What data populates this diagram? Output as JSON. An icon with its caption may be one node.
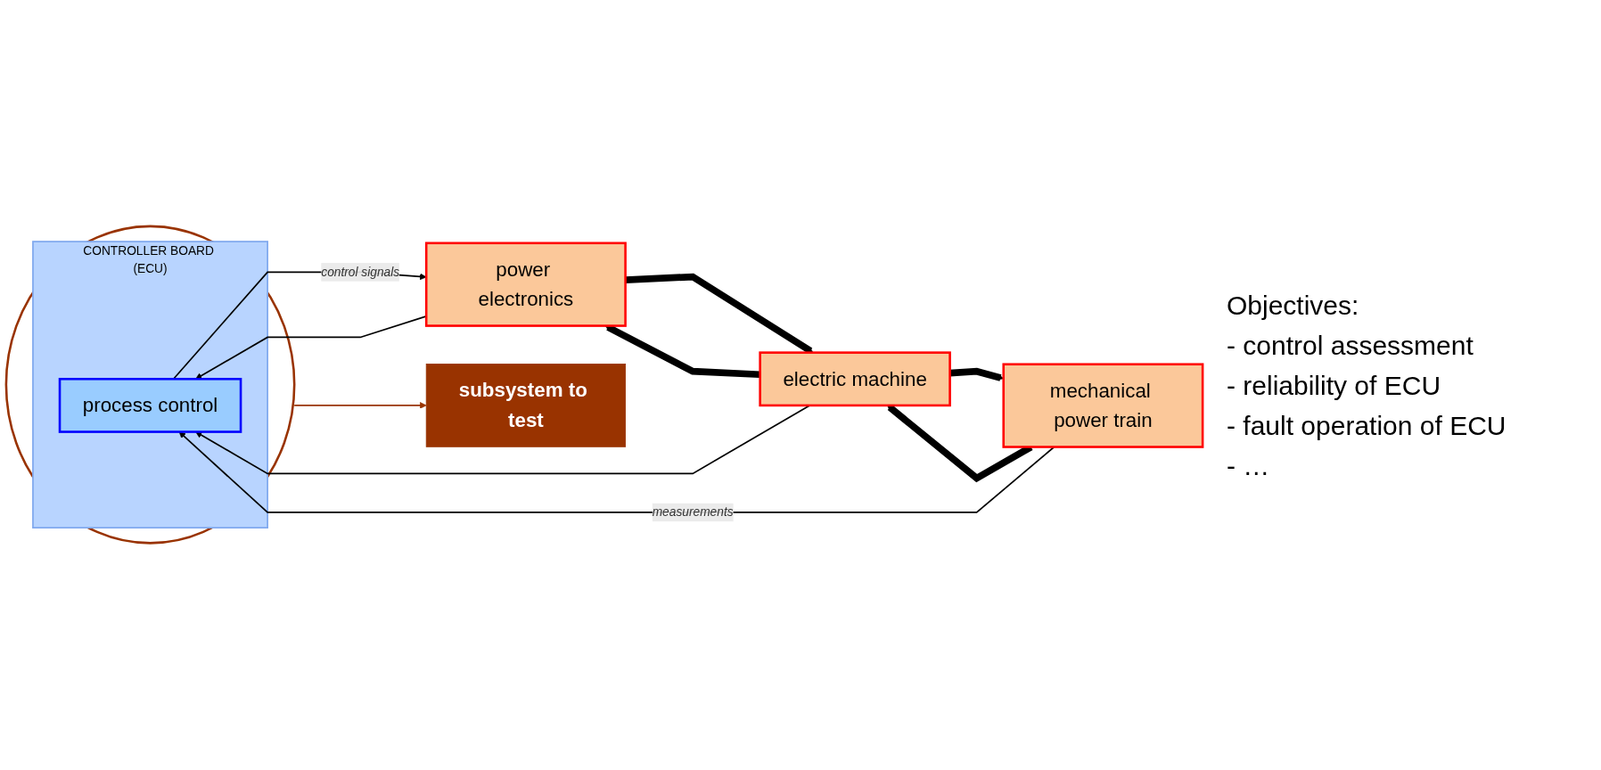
{
  "diagram": {
    "nodes": [
      {
        "text": [],
        "shape": "circle"
      },
      {
        "text": [
          "CONTROLLER BOARD (ECU)"
        ],
        "in": 0
      },
      {
        "text": [
          "process control"
        ],
        "in": 1
      },
      {
        "text": [
          "power electronics"
        ]
      },
      {
        "text": [
          "electric machine"
        ]
      },
      {
        "text": [
          "mechanical power train"
        ]
      },
      {
        "text": [
          "subsystem to test"
        ]
      }
    ],
    "edges": [
      {
        "from": 2,
        "to": 3,
        "arrow": "to",
        "label": "control signals"
      },
      {
        "from": 3,
        "to": 4,
        "arrow": "to",
        "style": "thick"
      },
      {
        "from": 4,
        "to": 3,
        "arrow": "to",
        "style": "thick"
      },
      {
        "from": 4,
        "to": 5,
        "arrow": "to",
        "style": "thick"
      },
      {
        "from": 5,
        "to": 4,
        "arrow": "to",
        "style": "thick"
      },
      {
        "from": 3,
        "to": 2,
        "arrow": "to"
      },
      {
        "from": 4,
        "to": 2,
        "arrow": "to"
      },
      {
        "from": 5,
        "to": 2,
        "arrow": "to",
        "label": "measurements"
      },
      {
        "from": 0,
        "to": 6,
        "arrow": "to",
        "color": "#993300"
      }
    ],
    "labels": [
      "Objectives:",
      "- control assessment",
      "- reliability of ECU",
      "- fault operation of ECU",
      "- …"
    ]
  }
}
